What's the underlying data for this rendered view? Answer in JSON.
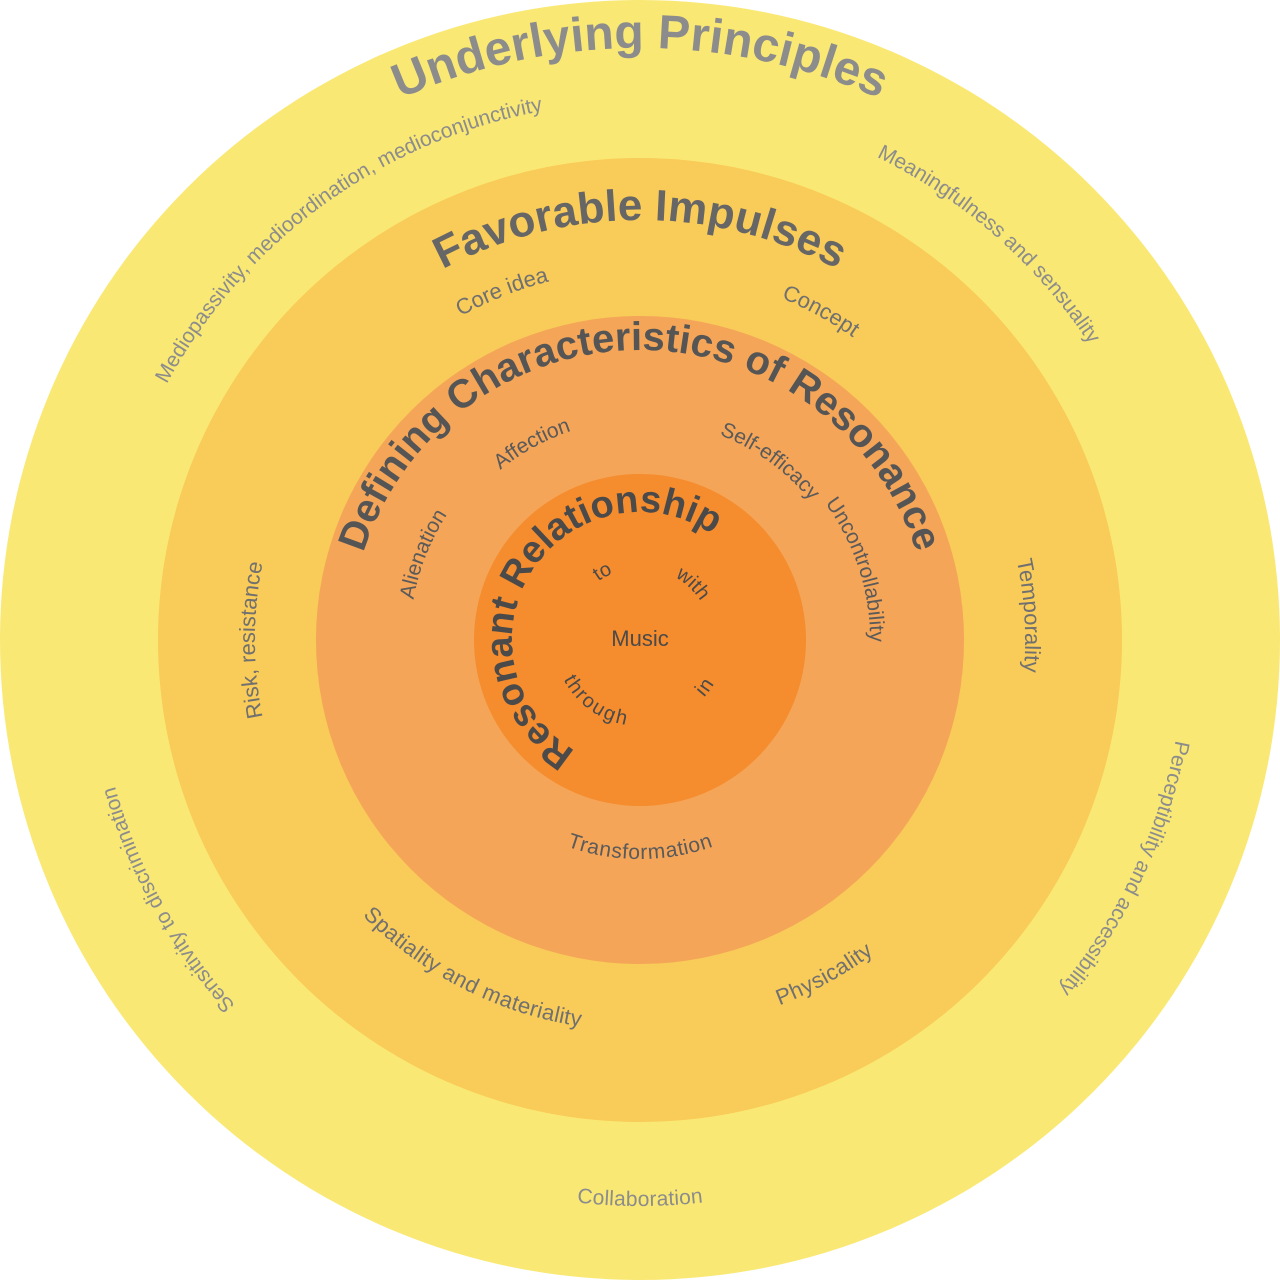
{
  "colors": {
    "background": "#ffffff",
    "ring_outer": "#fae874",
    "ring_second": "#f9cb58",
    "ring_third": "#f4a558",
    "core": "#f58c2d",
    "outer_heading": "#8c8c8c",
    "outer_label": "#8c8c8c",
    "second_heading": "#666666",
    "second_label": "#707070",
    "third_heading": "#555555",
    "third_label": "#5a5a5a",
    "core_heading": "#4a4a4a",
    "core_label": "#4a4a4a"
  },
  "rings": {
    "underlying_principles": {
      "heading": "Underlying Principles",
      "items": [
        "Mediopassivity, medioordination, medioconjunctivity",
        "Meaningfulness and sensuality",
        "Perceptibility and accessibility",
        "Collaboration",
        "Sensitivity to discrimination"
      ]
    },
    "favorable_impulses": {
      "heading": "Favorable Impulses",
      "items": [
        "Core idea",
        "Concept",
        "Temporality",
        "Physicality",
        "Spatiality and materiality",
        "Risk, resistance"
      ]
    },
    "defining_characteristics": {
      "heading": "Defining Characteristics of Resonance",
      "items": [
        "Affection",
        "Self-efficacy",
        "Uncontrollability",
        "Transformation",
        "Alienation"
      ]
    },
    "resonant_relationships": {
      "heading": "Resonant Relationships",
      "center": "Music",
      "prepositions": [
        "to",
        "with",
        "in",
        "through"
      ]
    }
  }
}
